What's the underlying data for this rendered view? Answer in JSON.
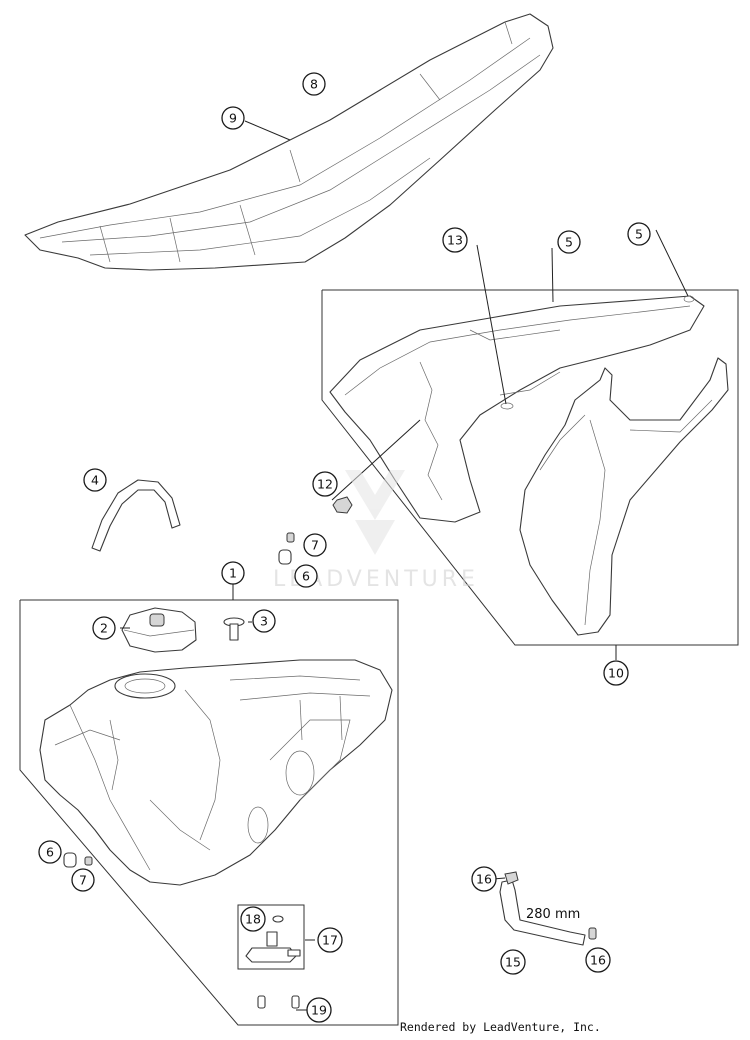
{
  "watermark": {
    "text": "LEADVENTURE"
  },
  "footer": {
    "credit": "Rendered by LeadVenture, Inc."
  },
  "dimension": {
    "hose_length": "280 mm"
  },
  "callouts": [
    {
      "id": "c-8",
      "label": "8"
    },
    {
      "id": "c-9",
      "label": "9"
    },
    {
      "id": "c-13",
      "label": "13"
    },
    {
      "id": "c-5a",
      "label": "5"
    },
    {
      "id": "c-5b",
      "label": "5"
    },
    {
      "id": "c-4",
      "label": "4"
    },
    {
      "id": "c-12",
      "label": "12"
    },
    {
      "id": "c-7a",
      "label": "7"
    },
    {
      "id": "c-6a",
      "label": "6"
    },
    {
      "id": "c-1",
      "label": "1"
    },
    {
      "id": "c-2",
      "label": "2"
    },
    {
      "id": "c-3",
      "label": "3"
    },
    {
      "id": "c-10",
      "label": "10"
    },
    {
      "id": "c-6b",
      "label": "6"
    },
    {
      "id": "c-7b",
      "label": "7"
    },
    {
      "id": "c-16a",
      "label": "16"
    },
    {
      "id": "c-18",
      "label": "18"
    },
    {
      "id": "c-17",
      "label": "17"
    },
    {
      "id": "c-15",
      "label": "15"
    },
    {
      "id": "c-16b",
      "label": "16"
    },
    {
      "id": "c-19",
      "label": "19"
    }
  ]
}
